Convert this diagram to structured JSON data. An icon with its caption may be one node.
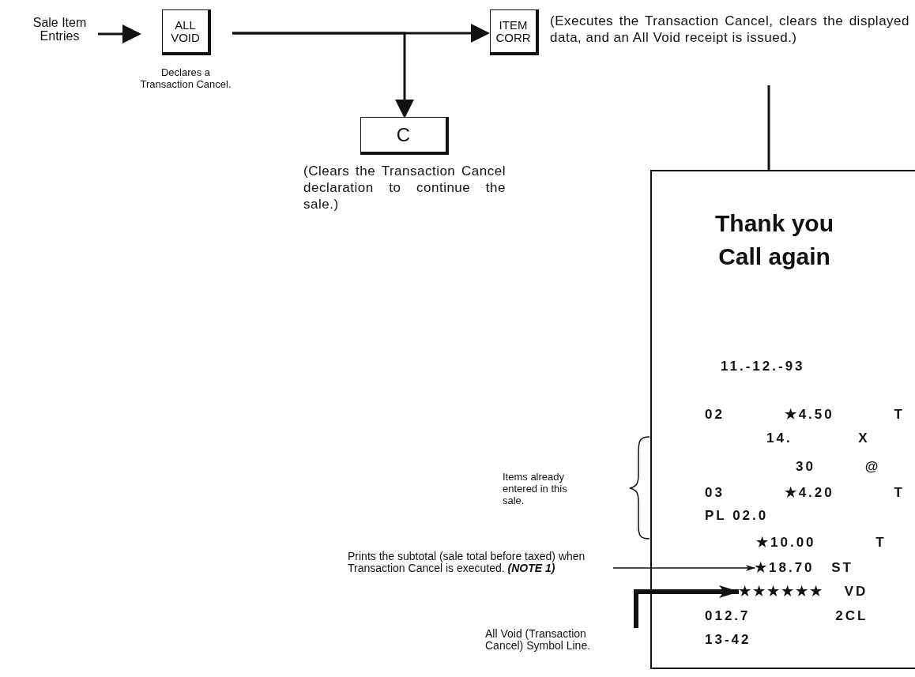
{
  "diagram": {
    "nodes": [
      {
        "text": [
          "Sale Item Entries"
        ]
      },
      {
        "text": [
          "ALL VOID"
        ],
        "beside": [
          "Declares a Transaction Cancel."
        ]
      },
      {
        "text": [
          "ITEM CORR"
        ],
        "beside": [
          "(Executes the Transaction Cancel, clears the displayed data, and an All Void receipt is issued.)"
        ]
      },
      {
        "text": [
          "C"
        ],
        "beside": [
          "(Clears the Transaction Cancel declaration to continue the sale.)"
        ]
      },
      {
        "text": [
          "Thank you Call again",
          "11.-12.-93",
          "02 ★4.50 T",
          "14. X",
          "30 @",
          "03 ★4.20 T",
          "PL 02.0",
          "★10.00 T",
          "012.7 2CL",
          "13-42"
        ]
      },
      {
        "text": [
          "★18.70 ST"
        ],
        "in": 4
      },
      {
        "text": [
          "★★★★★★ VD"
        ],
        "in": 4
      },
      {
        "text": [
          "Prints the subtotal (sale total before taxed) when Transaction Cancel is executed. **(NOTE 1)**"
        ]
      },
      {
        "text": [
          "All Void (Transaction Cancel) Symbol Line."
        ]
      }
    ],
    "edges": [
      {
        "from": 0,
        "to": 1,
        "arrow": "to"
      },
      {
        "from": 1,
        "to": 2,
        "arrow": "to"
      },
      {
        "from": 1,
        "to": 3,
        "arrow": "to"
      },
      {
        "from": 2,
        "to": 4,
        "arrow": "none"
      },
      {
        "from": 7,
        "to": 5,
        "arrow": "to"
      },
      {
        "from": 8,
        "to": 6,
        "arrow": "to",
        "style": "thick"
      }
    ],
    "labels": [
      "Items already entered in this sale."
    ]
  }
}
